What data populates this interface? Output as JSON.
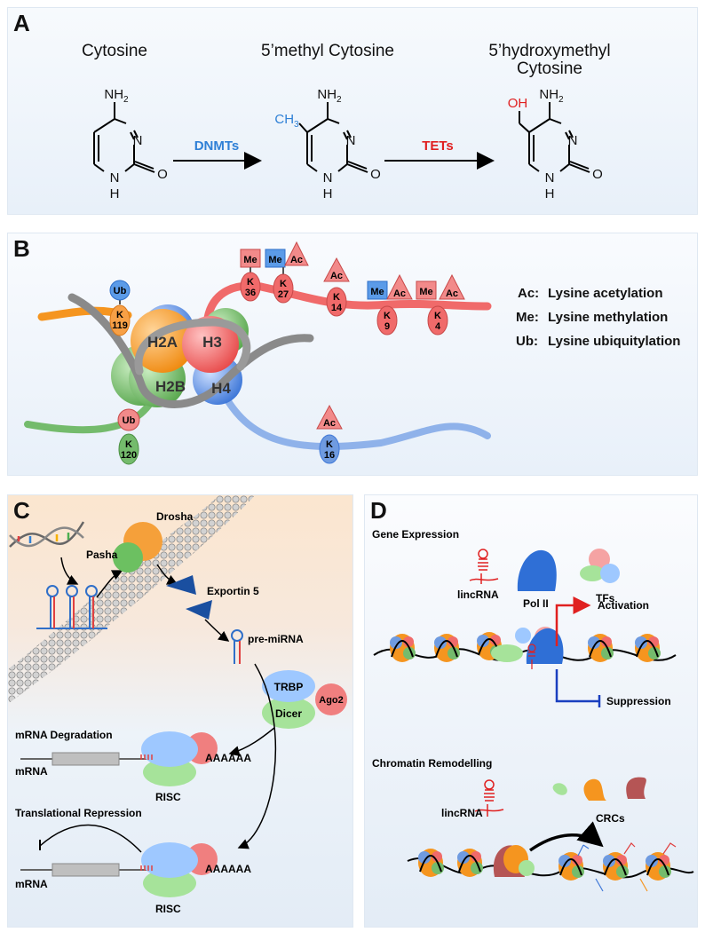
{
  "panels": {
    "a": {
      "label": "A",
      "titles": [
        "Cytosine",
        "5’methyl Cytosine",
        "5’hydroxymethyl",
        "Cytosine"
      ],
      "arrows": [
        "DNMTs",
        "TETs"
      ],
      "chem": {
        "nh2": "NH",
        "sub2": "2",
        "n": "N",
        "o": "O",
        "nh": "N",
        "h": "H",
        "ch": "CH",
        "sub3": "3",
        "oh": "OH"
      },
      "colors": {
        "dnmt": "#2f80d6",
        "tet": "#e02020"
      }
    },
    "b": {
      "label": "B",
      "histones": [
        "H2A",
        "H3",
        "H2B",
        "H4"
      ],
      "tags": {
        "ub": "Ub",
        "me": "Me",
        "ac": "Ac"
      },
      "lysines": {
        "k": "K",
        "n119": "119",
        "n120": "120",
        "n36": "36",
        "n27": "27",
        "n14": "14",
        "n9": "9",
        "n4": "4",
        "n16": "16"
      },
      "legend": [
        {
          "key": "Ac:",
          "text": "Lysine acetylation"
        },
        {
          "key": "Me:",
          "text": "Lysine methylation"
        },
        {
          "key": "Ub:",
          "text": "Lysine ubiquitylation"
        }
      ],
      "colors": {
        "h2a": "#f5951f",
        "h3": "#f06a6a",
        "h2b": "#74bb6c",
        "h4": "#6f9be0",
        "dna": "#8a8a8a"
      }
    },
    "c": {
      "label": "C",
      "labels": {
        "drosha": "Drosha",
        "pasha": "Pasha",
        "exportin": "Exportin 5",
        "premirna": "pre-miRNA",
        "trbp": "TRBP",
        "ago2": "Ago2",
        "dicer": "Dicer",
        "degradation": "mRNA Degradation",
        "repression": "Translational Repression",
        "mrna": "mRNA",
        "polya": "AAAAAA",
        "risc": "RISC"
      }
    },
    "d": {
      "label": "D",
      "labels": {
        "gene_expression": "Gene Expression",
        "lincrna": "lincRNA",
        "pol2": "Pol II",
        "tfs": "TFs",
        "activation": "Activation",
        "suppression": "Suppression",
        "remodelling": "Chromatin Remodelling",
        "crcs": "CRCs"
      }
    }
  }
}
